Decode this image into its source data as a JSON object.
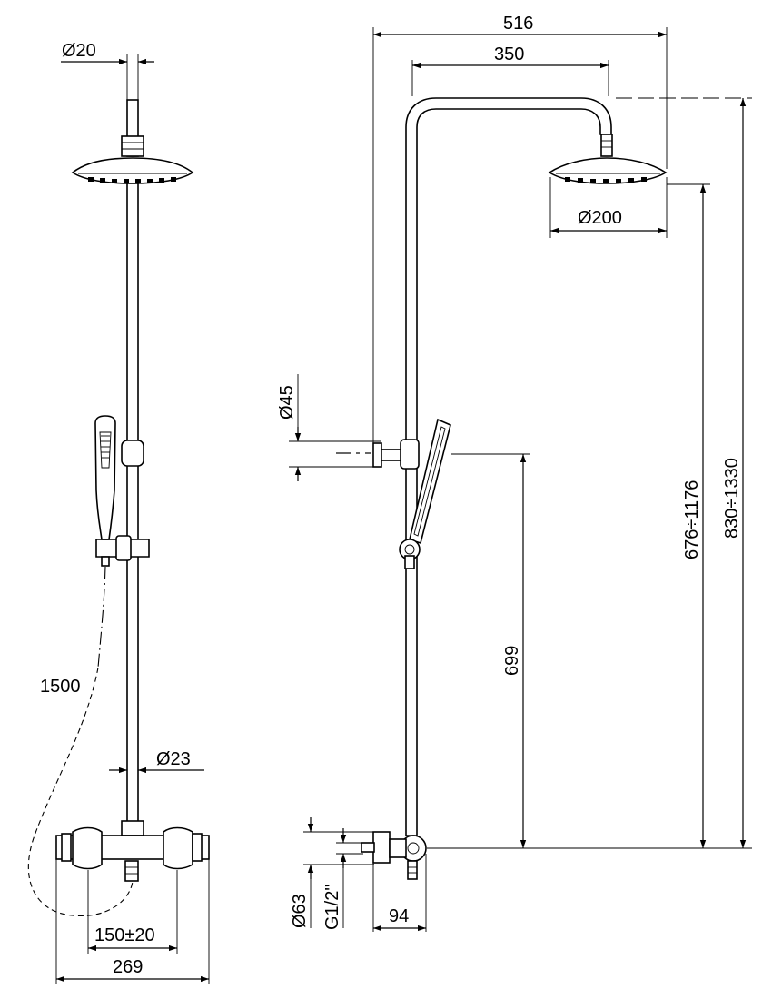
{
  "front_view": {
    "pipe_diameter_top": "Ø20",
    "hose_length": "1500",
    "pipe_diameter_mid": "Ø23",
    "inlet_spacing": "150±20",
    "mixer_width": "269"
  },
  "side_view": {
    "overall_width": "516",
    "arm_projection": "350",
    "head_diameter": "Ø200",
    "wall_bracket_diameter": "Ø45",
    "handset_holder_height": "699",
    "head_height_range": "676÷1176",
    "total_height_range": "830÷1330",
    "flange_diameter": "Ø63",
    "thread_size": "G1/2\"",
    "mixer_depth": "94"
  }
}
